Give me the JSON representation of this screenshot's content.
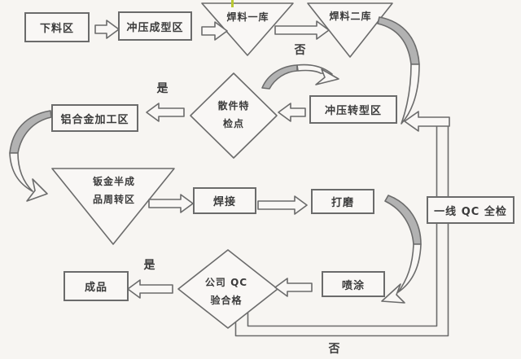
{
  "flowchart": {
    "nodes": {
      "xialiao": {
        "label": "下料区"
      },
      "chongya_chengxing": {
        "label": "冲压成型区"
      },
      "hanliao_yiku": {
        "label": "焊料一库"
      },
      "hanliao_erku": {
        "label": "焊料二库"
      },
      "chongya_zhuanxing": {
        "label": "冲压转型区"
      },
      "sanjian_tejian": {
        "lines": [
          "散件特",
          "检点"
        ]
      },
      "lvhejin": {
        "label": "铝合金加工区"
      },
      "banjin_zhouzhuan": {
        "lines": [
          "钣金半成",
          "品周转区"
        ]
      },
      "hanjie": {
        "label": "焊接"
      },
      "damo": {
        "label": "打磨"
      },
      "yixian_qc": {
        "label": "一线 QC 全检"
      },
      "pentu": {
        "label": "喷涂"
      },
      "gongsi_qc": {
        "lines": [
          "公司 QC",
          "验合格"
        ]
      },
      "chengpin": {
        "label": "成品"
      }
    },
    "edge_labels": {
      "no_top": "否",
      "yes_middle": "是",
      "yes_bottom": "是",
      "no_bottom": "否"
    },
    "colors": {
      "background": "#f7f5f2",
      "line": "#6b6b6b",
      "text": "#3b3b3b",
      "shade": "#b2b2b2",
      "node_fill": "#f9f7f5",
      "cursor_mark": "#b9c832"
    }
  }
}
